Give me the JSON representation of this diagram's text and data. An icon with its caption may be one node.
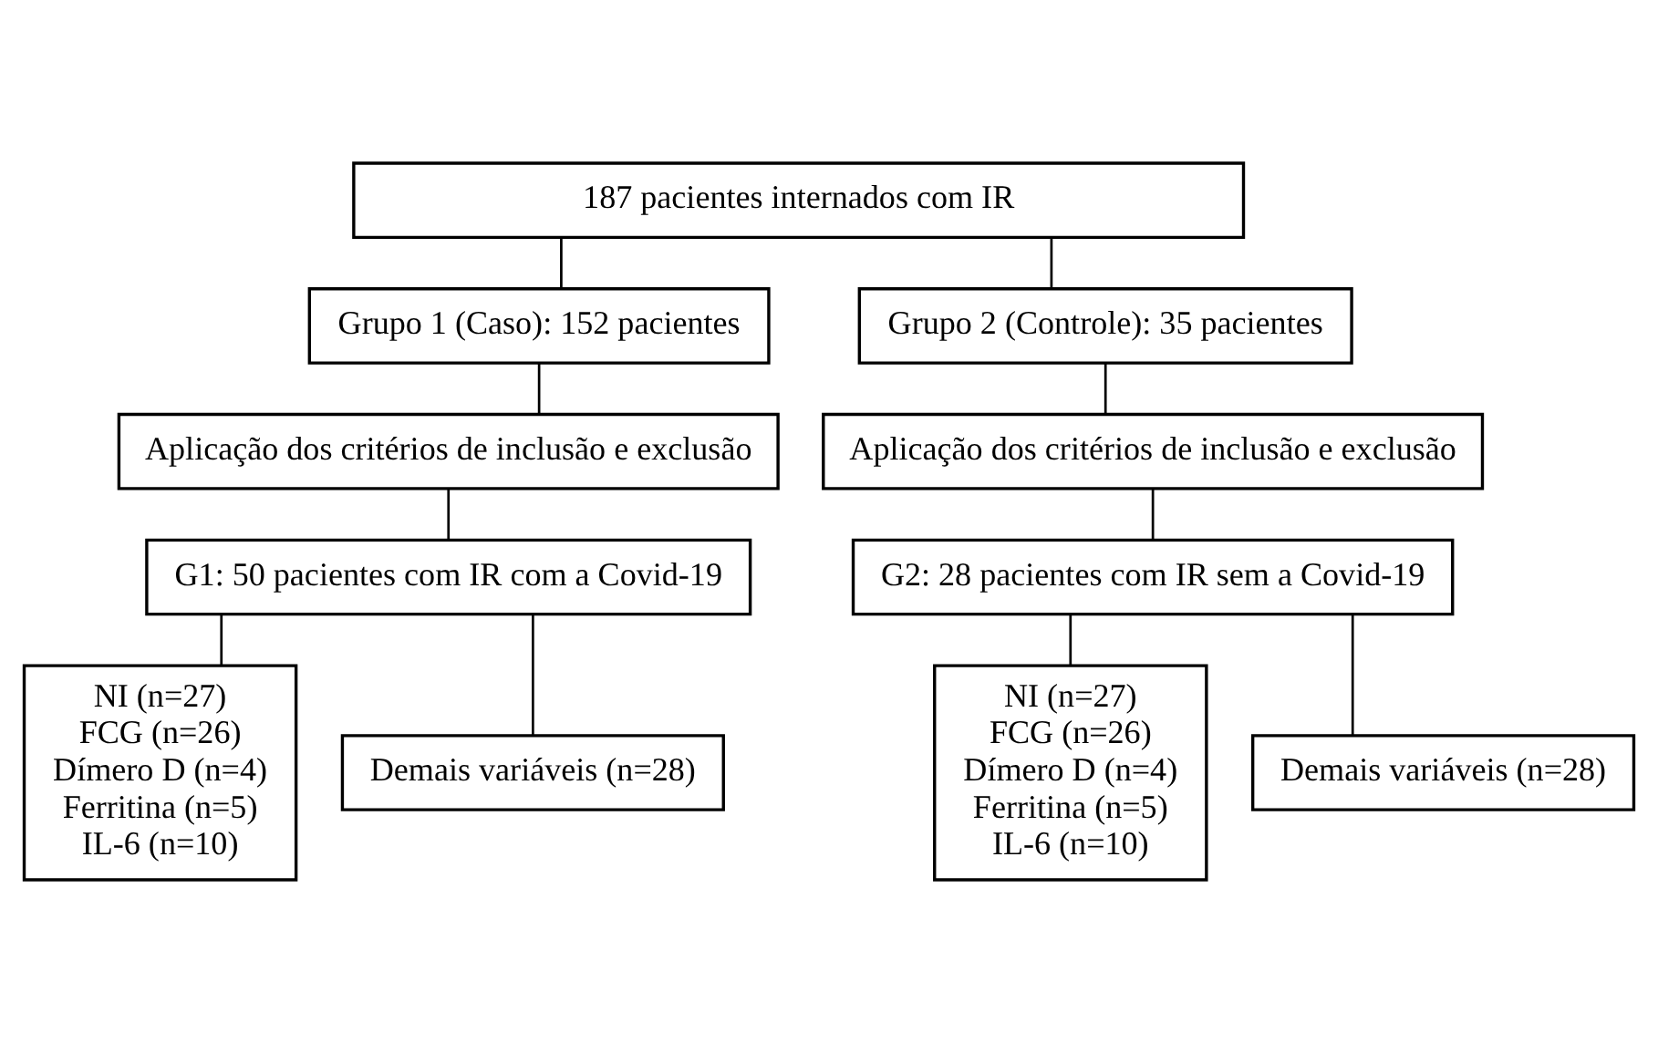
{
  "diagram": {
    "nodes": [
      {
        "text": [
          "187 pacientes internados com IR"
        ]
      },
      {
        "text": [
          "Grupo 1 (Caso): 152 pacientes"
        ]
      },
      {
        "text": [
          "Grupo 2 (Controle): 35 pacientes"
        ]
      },
      {
        "text": [
          "Aplicação dos critérios de inclusão e exclusão"
        ]
      },
      {
        "text": [
          "Aplicação dos critérios de inclusão e exclusão"
        ]
      },
      {
        "text": [
          "G1: 50 pacientes com IR com a Covid-19"
        ]
      },
      {
        "text": [
          "G2: 28 pacientes com IR sem a Covid-19"
        ]
      },
      {
        "text": [
          "NI (n=27)",
          "FCG (n=26)",
          "Dímero D (n=4)",
          "Ferritina (n=5)",
          "IL-6 (n=10)"
        ]
      },
      {
        "text": [
          "Demais variáveis (n=28)"
        ]
      },
      {
        "text": [
          "NI (n=27)",
          "FCG (n=26)",
          "Dímero D (n=4)",
          "Ferritina (n=5)",
          "IL-6 (n=10)"
        ]
      },
      {
        "text": [
          "Demais variáveis (n=28)"
        ]
      }
    ],
    "edges": [
      {
        "from": 0,
        "to": 1,
        "arrow": "none"
      },
      {
        "from": 0,
        "to": 2,
        "arrow": "none"
      },
      {
        "from": 1,
        "to": 3,
        "arrow": "none"
      },
      {
        "from": 2,
        "to": 4,
        "arrow": "none"
      },
      {
        "from": 3,
        "to": 5,
        "arrow": "none"
      },
      {
        "from": 4,
        "to": 6,
        "arrow": "none"
      },
      {
        "from": 5,
        "to": 7,
        "arrow": "none"
      },
      {
        "from": 5,
        "to": 8,
        "arrow": "none"
      },
      {
        "from": 6,
        "to": 9,
        "arrow": "none"
      },
      {
        "from": 6,
        "to": 10,
        "arrow": "none"
      }
    ]
  }
}
